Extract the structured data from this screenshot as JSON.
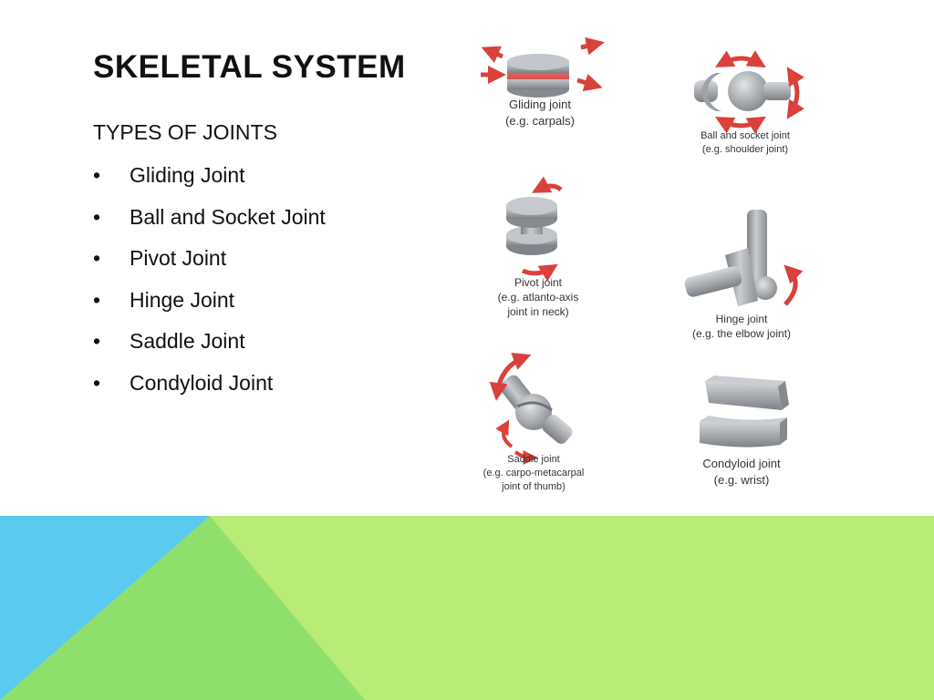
{
  "slide": {
    "title": "SKELETAL SYSTEM",
    "subtitle": "TYPES OF JOINTS",
    "bullets": [
      "Gliding Joint",
      "Ball and Socket Joint",
      "Pivot Joint",
      "Hinge Joint",
      "Saddle Joint",
      "Condyloid Joint"
    ],
    "bullet_glyph": "•"
  },
  "figure": {
    "gliding": {
      "name": "Gliding joint",
      "example": "(e.g. carpals)"
    },
    "ball_socket": {
      "name": "Ball and socket joint",
      "example": "(e.g. shoulder joint)"
    },
    "pivot": {
      "name": "Pivot joint",
      "example": "(e.g. atlanto-axis",
      "example2": "joint in neck)"
    },
    "hinge": {
      "name": "Hinge joint",
      "example": "(e.g. the elbow joint)"
    },
    "saddle": {
      "name": "Saddle joint",
      "example": "(e.g. carpo-metacarpal",
      "example2": "joint of thumb)"
    },
    "condyloid": {
      "name": "Condyloid joint",
      "example": "(e.g. wrist)"
    }
  },
  "colors": {
    "title": "#111111",
    "bone_gray": "#a9adb1",
    "arrow_red": "#d9413a",
    "band_blue": "#5bcaf0",
    "band_green_dark": "#8fdf6d",
    "band_green_light": "#b8ec77"
  }
}
